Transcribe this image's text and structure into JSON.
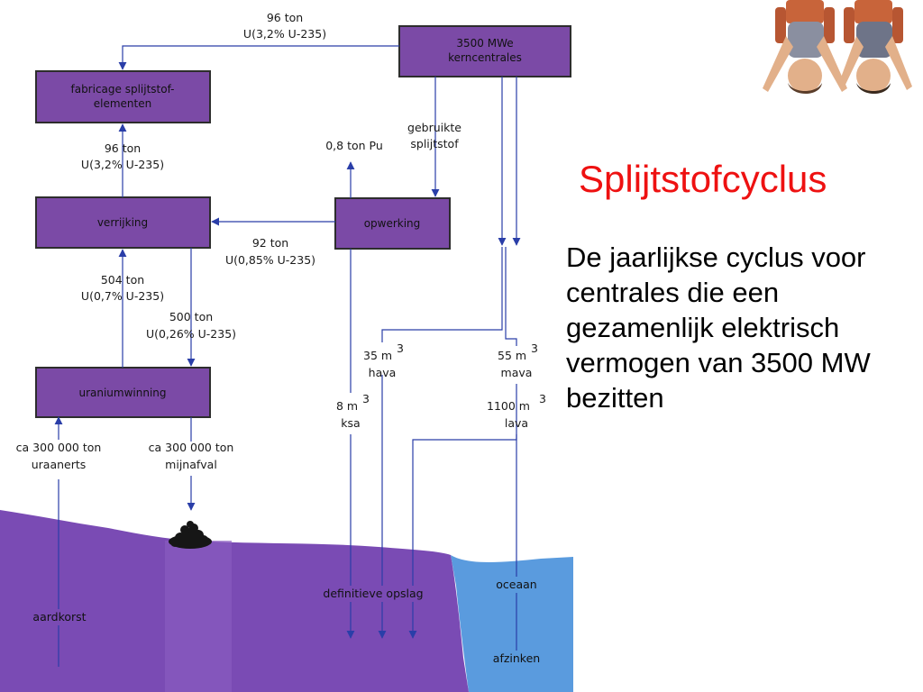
{
  "slide": {
    "title": "Splijtstofcyclus",
    "description": "De jaarlijkse cyclus voor centrales die een gezamenlijk elektrisch vermogen van 3500 MW bezitten"
  },
  "colors": {
    "box_fill": "#7b4aa6",
    "ground": "#7a4bb4",
    "ocean": "#5a9bde",
    "arrow": "#2a3ea8",
    "title": "#ee1111"
  },
  "diagram": {
    "boxes": {
      "kerncentrales": [
        "3500 MWe",
        "kerncentrales"
      ],
      "fabricage": [
        "fabricage splijtstof-",
        "elementen"
      ],
      "verrijking": [
        "verrijking"
      ],
      "opwerking": [
        "opwerking"
      ],
      "uraniumwinning": [
        "uraniumwinning"
      ]
    },
    "labels": {
      "to_fabricage": [
        "96 ton",
        "U(3,2% U-235)"
      ],
      "to_verrijking_product": [
        "96 ton",
        "U(3,2% U-235)"
      ],
      "gebruikte": [
        "gebruikte",
        "splijtstof"
      ],
      "plutonium": "0,8 ton Pu",
      "recycled": [
        "92 ton",
        "U(0,85% U-235)"
      ],
      "enriched_feed": [
        "504 ton",
        "U(0,7% U-235)"
      ],
      "depleted": [
        "500 ton",
        "U(0,26% U-235)"
      ],
      "erts": [
        "ca 300 000 ton",
        "uraanerts"
      ],
      "mijnafval": [
        "ca 300 000 ton",
        "mijnafval"
      ],
      "hava_amount": "35 m",
      "hava": "hava",
      "ksa_amount": "8 m",
      "ksa": "ksa",
      "mava_amount": "55 m",
      "mava": "mava",
      "lava_amount": "1100 m",
      "lava": "lava",
      "cubic_sup": "3"
    },
    "zones": {
      "opslag": "definitieve opslag",
      "aardkorst": "aardkorst",
      "oceaan": "oceaan",
      "afzinken": "afzinken"
    }
  }
}
